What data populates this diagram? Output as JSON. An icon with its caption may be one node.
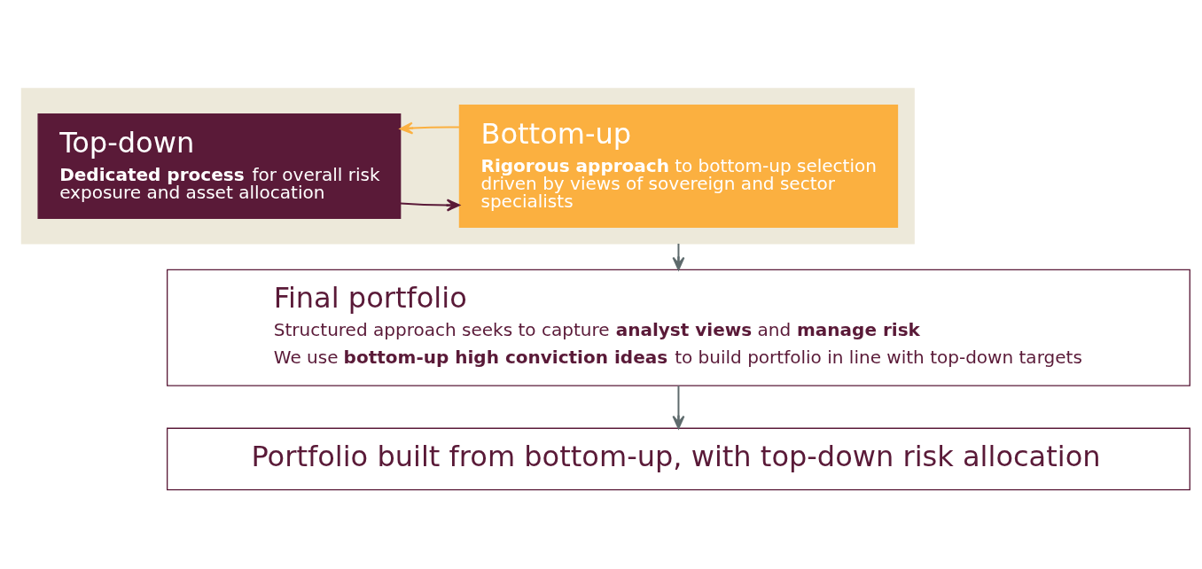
{
  "diagram": {
    "nodes": [
      {
        "text": [],
        "shape": "box"
      },
      {
        "text": [
          "Top-down",
          "**Dedicated process** for overall risk exposure and asset allocation"
        ],
        "in": 0
      },
      {
        "text": [
          "Bottom-up",
          "**Rigorous approach** to bottom-up selection driven by views of sovereign and sector specialists"
        ],
        "in": 0
      },
      {
        "text": [
          "Final portfolio",
          "Structured approach seeks to capture **analyst views** and **manage risk**",
          "We use **bottom-up high conviction ideas** to build portfolio in line with top-down targets"
        ]
      },
      {
        "text": [
          "Portfolio built from bottom-up, with top-down risk allocation"
        ]
      }
    ],
    "edges": [
      {
        "from": 1,
        "to": 2,
        "arrow": "to",
        "color": "#5a1a38"
      },
      {
        "from": 2,
        "to": 1,
        "arrow": "to",
        "color": "#fbb040"
      },
      {
        "from": 0,
        "to": 3,
        "arrow": "to"
      },
      {
        "from": 3,
        "to": 4,
        "arrow": "to"
      }
    ]
  }
}
